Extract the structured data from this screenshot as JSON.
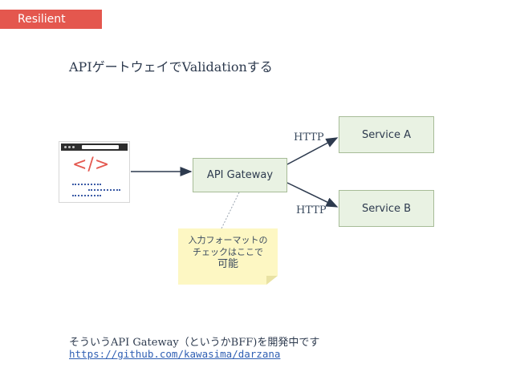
{
  "section_tag": "Resilient",
  "heading": "APIゲートウェイでValidationする",
  "diagram": {
    "gateway_label": "API Gateway",
    "service_a_label": "Service A",
    "service_b_label": "Service B",
    "edge_a_label": "HTTP",
    "edge_b_label": "HTTP",
    "client_glyph": "</>",
    "client_icon": "browser-code-icon",
    "note_line1": "入力フォーマットの",
    "note_line2": "チェックはここで",
    "note_line3": "可能"
  },
  "footer_text": "そういうAPI Gateway（というかBFF)を開発中です",
  "link_text": "https://github.com/kawasima/darzana",
  "colors": {
    "tag_bg": "#e4574e",
    "node_fill": "#e9f2e3",
    "node_border": "#a7bc97",
    "arrow": "#2d3a4e",
    "note_bg": "#fdf7c3",
    "link": "#2f5fb3"
  }
}
